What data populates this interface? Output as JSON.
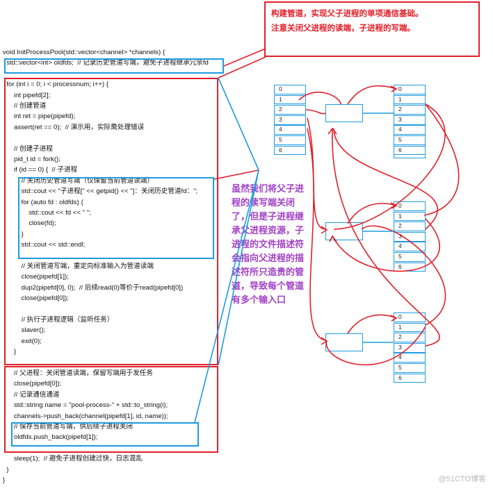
{
  "code_lines": [
    "void InitProcessPool(std::vector<channel> *channels) {",
    "  std::vector<int> oldfds;  // 记录历史管道写端，避免子进程继承冗余fd",
    "",
    "  for (int i = 0; i < processnum; i++) {",
    "      int pipefd[2];",
    "      // 创建管道",
    "      int ret = pipe(pipefd);",
    "      assert(ret == 0);  // 演示用，实际需处理错误",
    "",
    "      // 创建子进程",
    "      pid_t id = fork();",
    "      if (id == 0) {  // 子进程",
    "          // 关闭历史管道写端（仅保留当前管道读端）",
    "          std::cout << \"子进程[\" << getpid() << \"]：关闭历史管道fd：\";",
    "          for (auto fd : oldfds) {",
    "              std::cout << fd << \" \";",
    "              close(fd);",
    "          }",
    "          std::cout << std::endl;",
    "",
    "          // 关闭管道写端，重定向标准输入为管道读端",
    "          close(pipefd[1]);",
    "          dup2(pipefd[0], 0);  // 后续read(0)等价于read(pipefd[0])",
    "          close(pipefd[0]);",
    "",
    "          // 执行子进程逻辑（监听任务）",
    "          slaver();",
    "          exit(0);",
    "      }",
    "",
    "      // 父进程：关闭管道读端，保留写端用于发任务",
    "      close(pipefd[0]);",
    "      // 记录通信通道",
    "      std::string name = \"pool-process-\" + std::to_string(i);",
    "      channels->push_back(channel(pipefd[1], id, name));",
    "      // 保存当前管道写端，供后续子进程关闭",
    "      oldfds.push_back(pipefd[1]);",
    "",
    "      sleep(1);  // 避免子进程创建过快，日志混乱",
    "  }",
    "}"
  ],
  "note_red": "构建管道，实现父子进程的单项通信基础。\n注意关闭父进程的读端，子进程的写端。",
  "note_purple": "虽然我们将父子进\n程的读写端关闭\n了，但是子进程继\n承父进程资源，子\n进程的文件描述符\n会指向父进程的描\n述符所只造贵的管\n道，导致每个管道\n有多个输入口",
  "fd_labels": [
    "0",
    "1",
    "2",
    "3",
    "4",
    "5",
    "6"
  ],
  "watermark": "@51CTO博客",
  "colors": {
    "red": "#e0202a",
    "blue": "#1e9be0",
    "purple": "#a340c6"
  }
}
